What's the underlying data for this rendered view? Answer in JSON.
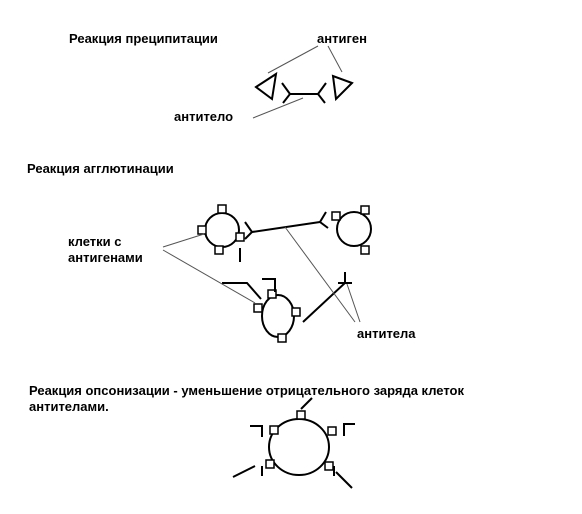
{
  "labels": {
    "precipitation_title": "Реакция преципитации",
    "antigen": "антиген",
    "antibody": "антитело",
    "agglutination_title": "Реакция агглютинации",
    "cells_line1": "клетки с",
    "cells_line2": "антигенами",
    "antibodies": "антитела",
    "opsonization_line1": "Реакция опсонизации - уменьшение  отрицательного заряда клеток",
    "opsonization_line2": "антителами."
  },
  "colors": {
    "ink": "#000000",
    "pointer": "#555555"
  }
}
